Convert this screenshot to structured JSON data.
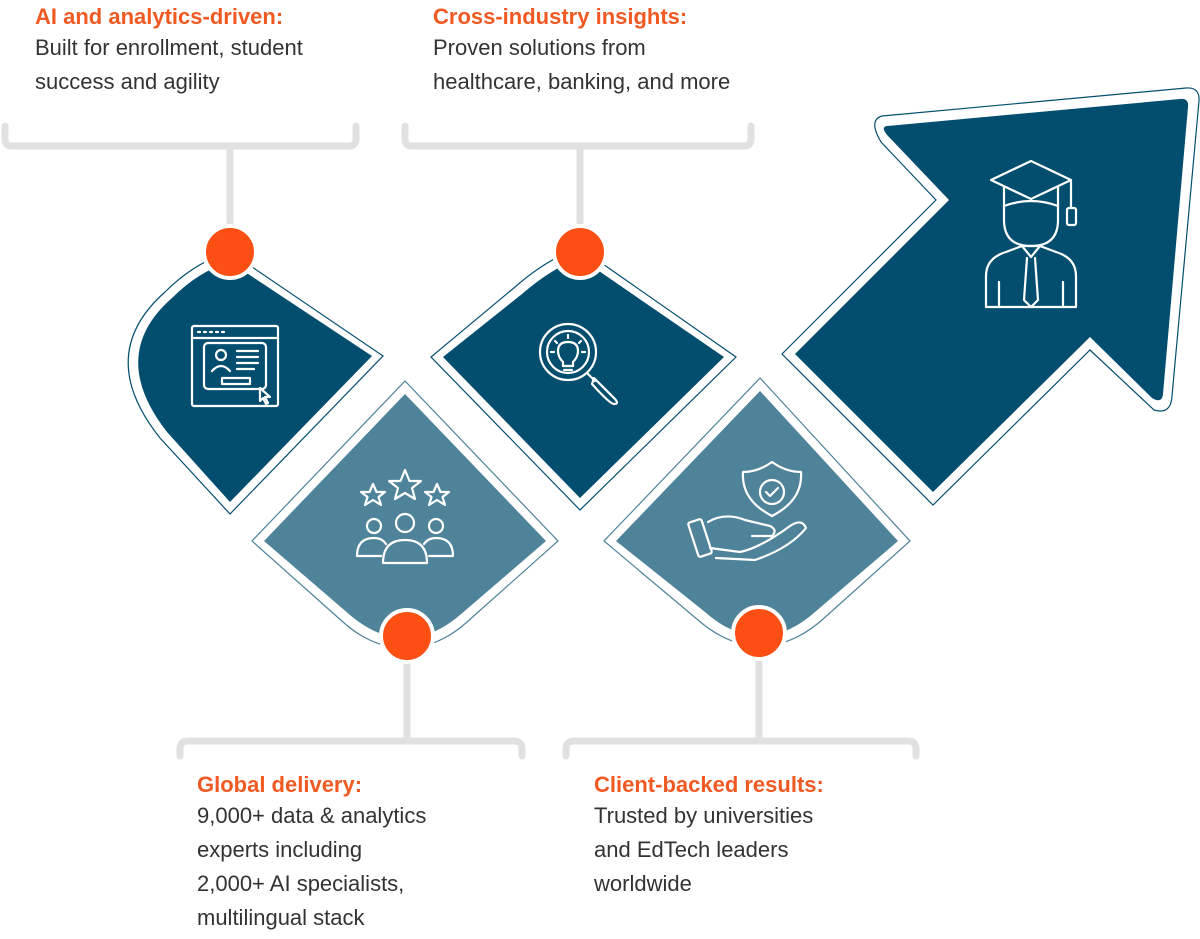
{
  "callouts": [
    {
      "title": "AI and analytics-driven:",
      "body": [
        "Built for enrollment, student",
        "success and agility"
      ]
    },
    {
      "title": "Cross-industry insights:",
      "body": [
        "Proven solutions from",
        "healthcare, banking, and more"
      ]
    },
    {
      "title": "Global delivery:",
      "body": [
        "9,000+ data & analytics",
        "experts including",
        "2,000+ AI specialists,",
        "multilingual stack"
      ]
    },
    {
      "title": "Client-backed results:",
      "body": [
        "Trusted by universities",
        "and EdTech leaders",
        "worldwide"
      ]
    }
  ],
  "colors": {
    "dark_blue": "#034e6f",
    "light_blue": "#4f8399",
    "orange": "#fb4f13",
    "connector_gray": "#e1e1e1",
    "title_orange": "#f05a22",
    "icon_white": "#ffffff"
  },
  "icons": [
    "profile-window-icon",
    "lightbulb-magnifier-icon",
    "rating-team-icon",
    "shield-hand-icon",
    "graduate-icon"
  ]
}
